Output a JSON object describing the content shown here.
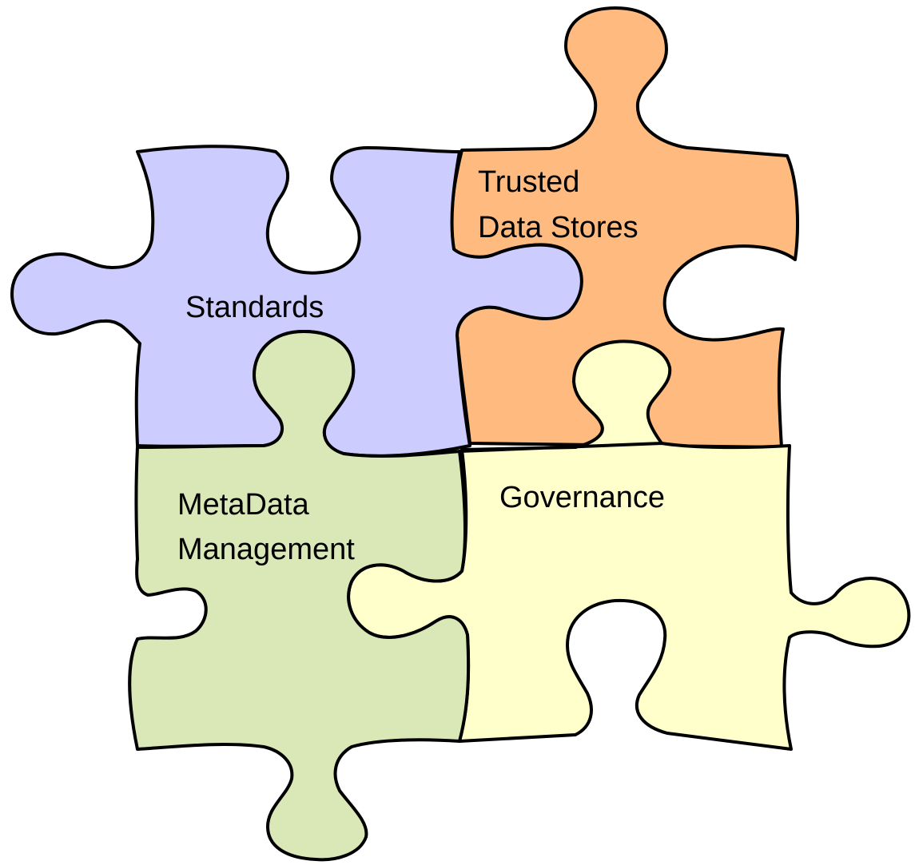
{
  "pieces": {
    "standards": {
      "lines": [
        "Standards"
      ],
      "color": "#ccccff"
    },
    "trusted_data_stores": {
      "lines": [
        "Trusted",
        "Data Stores"
      ],
      "color": "#ffbb7f"
    },
    "metadata_management": {
      "lines": [
        "MetaData",
        "Management"
      ],
      "color": "#d9e8b6"
    },
    "governance": {
      "lines": [
        "Governance"
      ],
      "color": "#ffffcc"
    }
  }
}
